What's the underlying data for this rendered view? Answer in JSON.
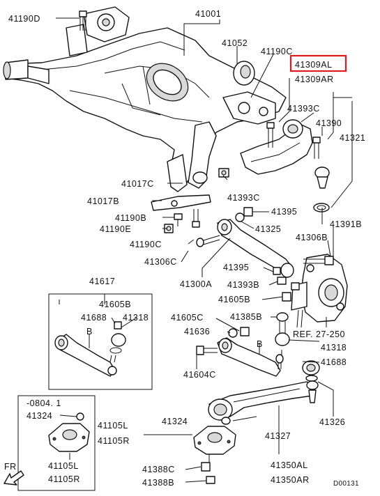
{
  "labels": {
    "l_41190D": "41190D",
    "l_41001": "41001",
    "l_41052": "41052",
    "l_41190C": "41190C",
    "l_41309AL": "41309AL",
    "l_41309AR": "41309AR",
    "l_41393C_a": "41393C",
    "l_41390": "41390",
    "l_41321": "41321",
    "l_41017C": "41017C",
    "l_41017B": "41017B",
    "l_41393C_b": "41393C",
    "l_41190B": "41190B",
    "l_41395_a": "41395",
    "l_41190E": "41190E",
    "l_41325": "41325",
    "l_41391B": "41391B",
    "l_41190C_b": "41190C",
    "l_41306B": "41306B",
    "l_41306C": "41306C",
    "l_41395_b": "41395",
    "l_41617": "41617",
    "l_41300A": "41300A",
    "l_41393B": "41393B",
    "l_41605B_a": "41605B",
    "l_41605B_b": "41605B",
    "l_41688_a": "41688",
    "l_41318_a": "41318",
    "l_41605C": "41605C",
    "l_41385B": "41385B",
    "l_B_a": "B",
    "l_41636": "41636",
    "l_REF": "REF. 27-250",
    "l_B_b": "B",
    "l_41318_b": "41318",
    "l_41604C": "41604C",
    "l_41688_b": "41688",
    "l_0804": "-0804. 1",
    "l_41324_a": "41324",
    "l_41105L_a": "41105L",
    "l_41324_b": "41324",
    "l_41105R_a": "41105R",
    "l_41326": "41326",
    "l_41327": "41327",
    "l_41105L_b": "41105L",
    "l_41105R_b": "41105R",
    "l_41388C": "41388C",
    "l_41350AL": "41350AL",
    "l_41388B": "41388B",
    "l_41350AR": "41350AR",
    "l_FR": "FR",
    "l_D00131": "D00131"
  },
  "colors": {
    "highlight": "#e0191f",
    "line": "#111111"
  }
}
